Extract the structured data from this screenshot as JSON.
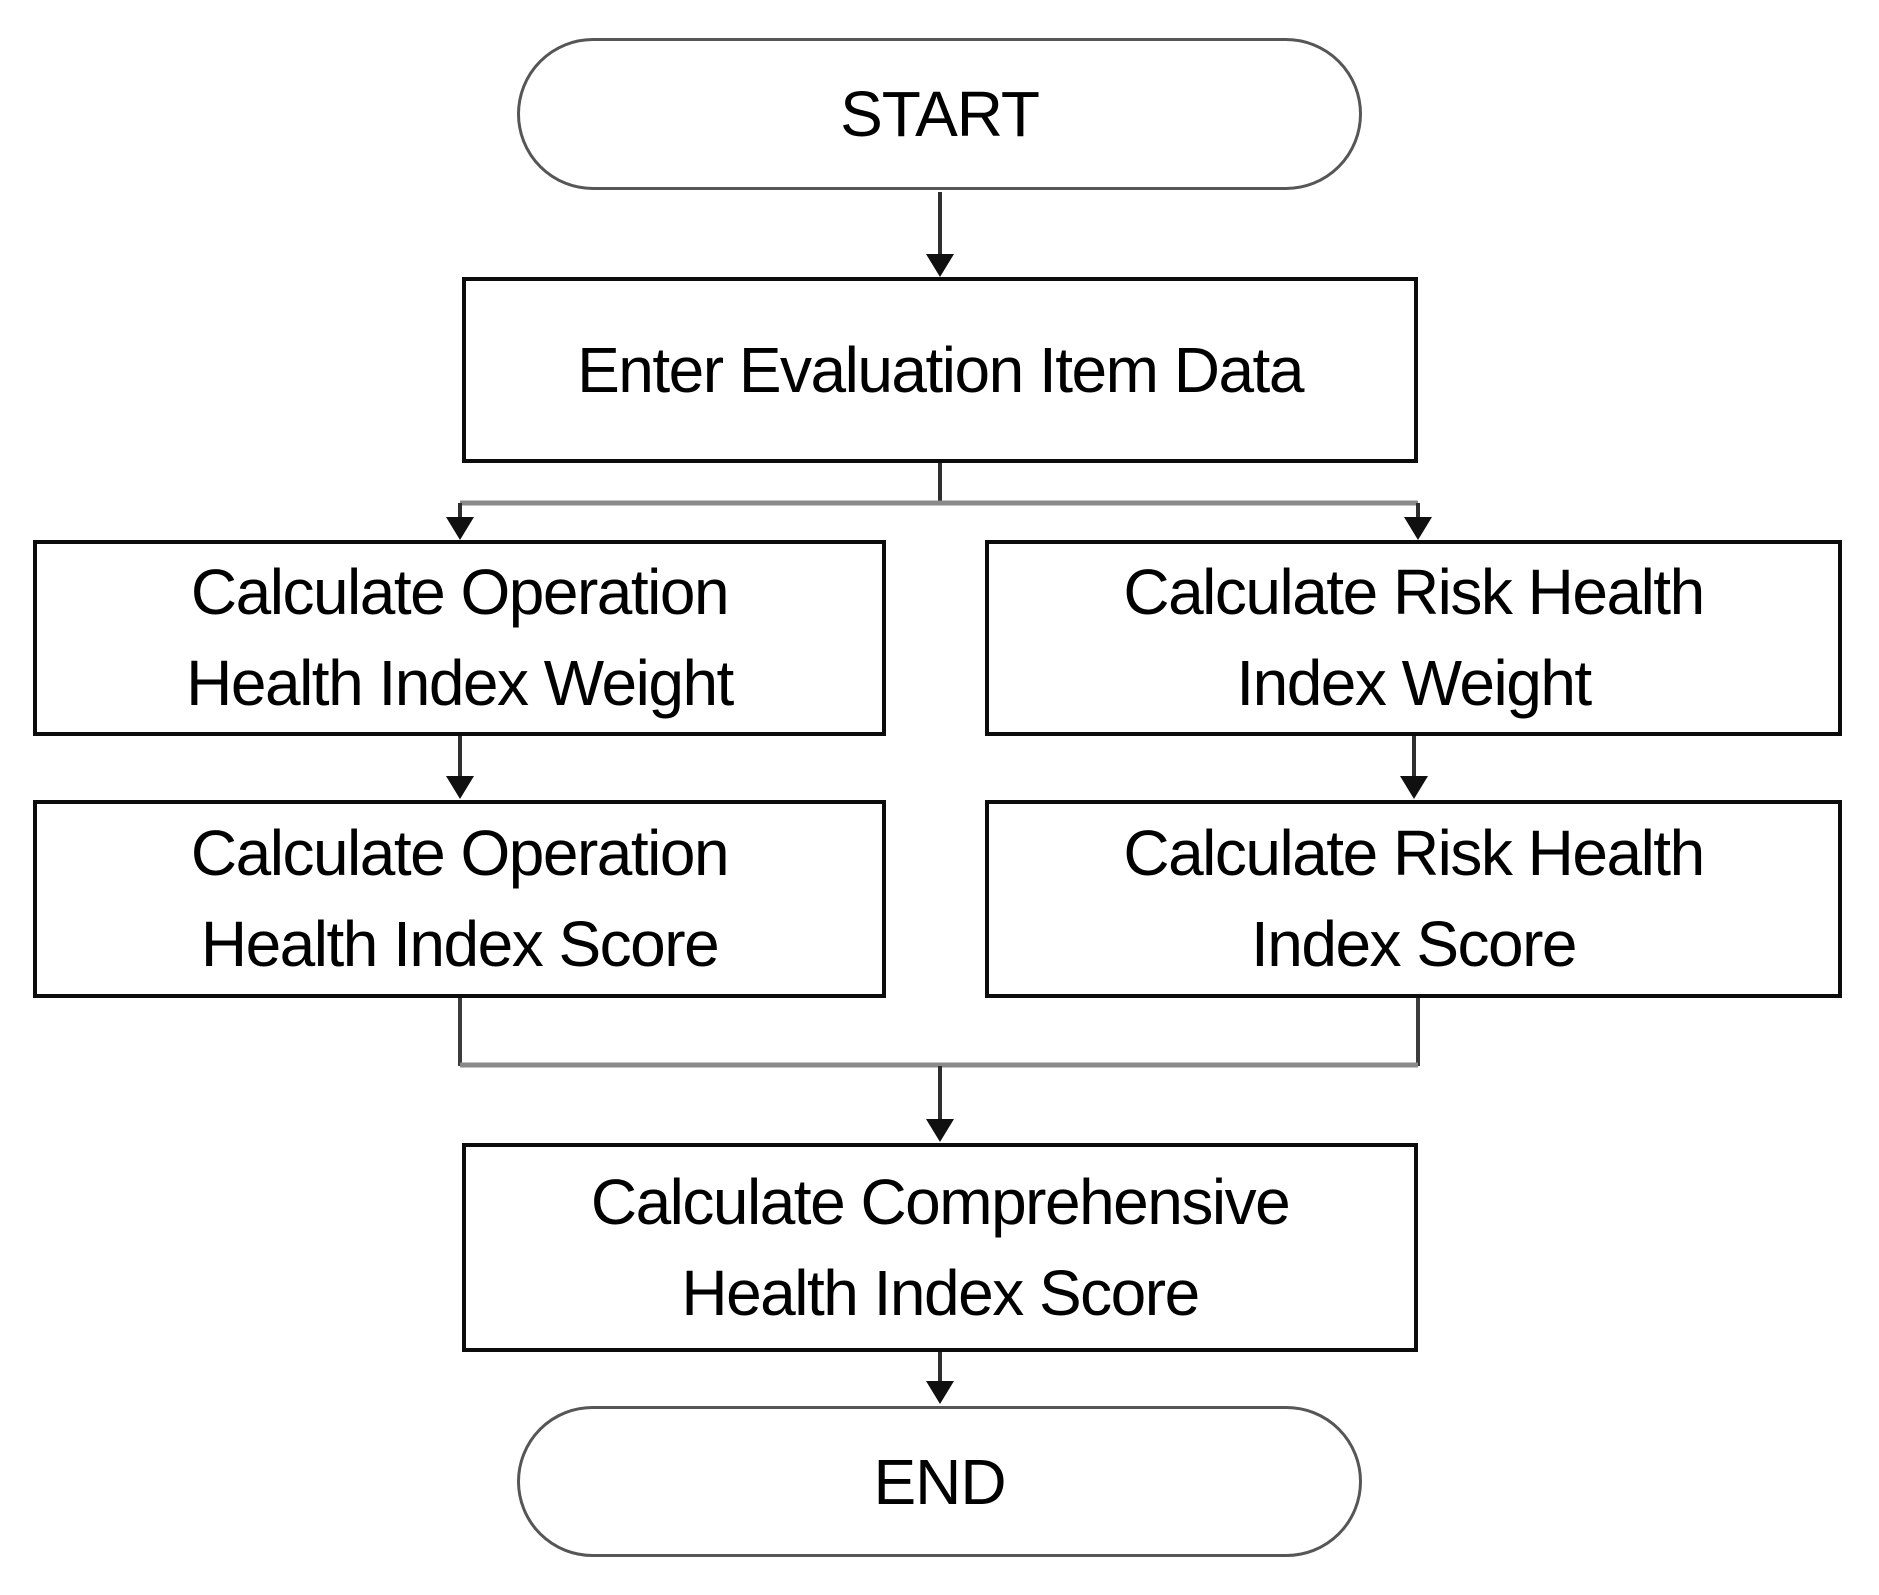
{
  "figure_type": "flowchart",
  "diagram": {
    "background": "#ffffff",
    "colors": {
      "process_border": "#0c0c0c",
      "terminator_border": "#565656",
      "connector_vertical": "#2e2e2e",
      "connector_horizontal_rail": "#8a8a8a",
      "arrowhead": "#101010",
      "text": "#000000"
    },
    "nodes": {
      "start": {
        "type": "terminator",
        "label": "START"
      },
      "enter": {
        "type": "process",
        "label": "Enter Evaluation Item Data"
      },
      "op_weight": {
        "type": "process",
        "label": "Calculate Operation Health Index Weight",
        "lines": [
          "Calculate Operation",
          "Health Index Weight"
        ]
      },
      "risk_weight": {
        "type": "process",
        "label": "Calculate Risk Health Index Weight",
        "lines": [
          "Calculate Risk Health",
          "Index Weight"
        ]
      },
      "op_score": {
        "type": "process",
        "label": "Calculate Operation Health Index Score",
        "lines": [
          "Calculate Operation",
          "Health Index Score"
        ]
      },
      "risk_score": {
        "type": "process",
        "label": "Calculate Risk Health Index Score",
        "lines": [
          "Calculate Risk Health",
          "Index Score"
        ]
      },
      "comprehensive": {
        "type": "process",
        "label": "Calculate Comprehensive Health Index Score",
        "lines": [
          "Calculate Comprehensive",
          "Health Index Score"
        ]
      },
      "end": {
        "type": "terminator",
        "label": "END"
      }
    },
    "edges": [
      {
        "from": "start",
        "to": "enter"
      },
      {
        "from": "enter",
        "to": "op_weight"
      },
      {
        "from": "enter",
        "to": "risk_weight"
      },
      {
        "from": "op_weight",
        "to": "op_score"
      },
      {
        "from": "risk_weight",
        "to": "risk_score"
      },
      {
        "from": "op_score",
        "to": "comprehensive"
      },
      {
        "from": "risk_score",
        "to": "comprehensive"
      },
      {
        "from": "comprehensive",
        "to": "end"
      }
    ]
  }
}
